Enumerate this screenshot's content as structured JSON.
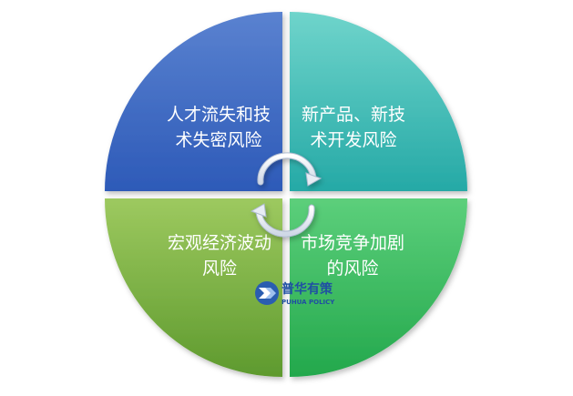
{
  "diagram": {
    "quadrants": [
      {
        "id": "top-left",
        "line1": "人才流失和技",
        "line2": "术失密风险",
        "color_from": "#5a82d0",
        "color_to": "#2d5ab8"
      },
      {
        "id": "top-right",
        "line1": "新产品、新技",
        "line2": "术开发风险",
        "color_from": "#6fd4cb",
        "color_to": "#25a9a6"
      },
      {
        "id": "bottom-left",
        "line1": "宏观经济波动",
        "line2": "风险",
        "color_from": "#9dc95f",
        "color_to": "#5e9a2e"
      },
      {
        "id": "bottom-right",
        "line1": "市场竞争加剧",
        "line2": "的风险",
        "color_from": "#5ccf7b",
        "color_to": "#23a84c"
      }
    ],
    "cycle_icon": "circular-arrows-icon"
  },
  "watermark": {
    "title": "普华有策",
    "subtitle": "PUHUA POLICY",
    "icon": "puhua-logo-icon"
  }
}
